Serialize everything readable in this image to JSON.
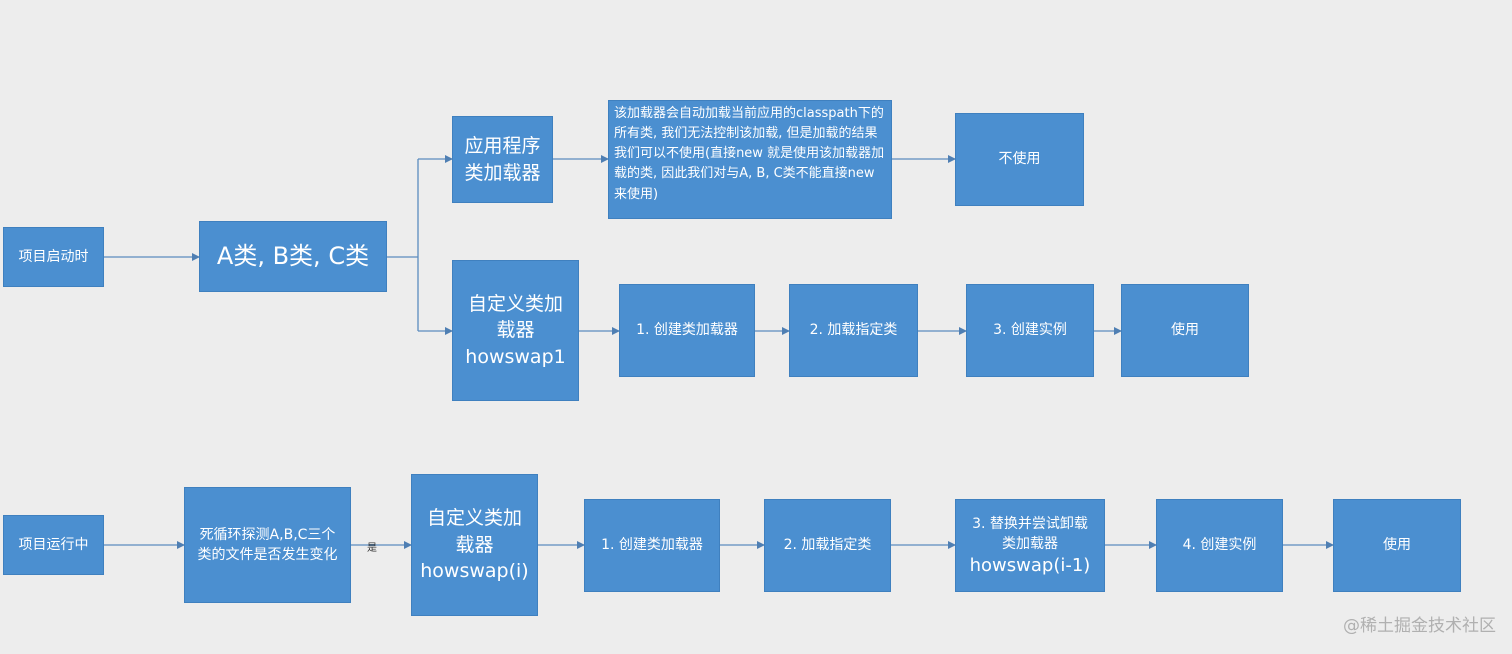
{
  "nodes": {
    "start": "项目启动时",
    "abc": "A类, B类, C类",
    "app_loader": "应用程序\n类加载器",
    "app_loader_note": "该加载器会自动加载当前应用的classpath下的所有类, 我们无法控制该加载, 但是加载的结果我们可以不使用(直接new 就是使用该加载器加载的类, 因此我们对与A, B, C类不能直接new来使用)",
    "not_use": "不使用",
    "custom_loader_1": "自定义类加\n载器\nhowswap1",
    "step1_create_loader": "1. 创建类加载器",
    "step1_load_class": "2. 加载指定类",
    "step1_create_instance": "3. 创建实例",
    "step1_use": "使用",
    "running": "项目运行中",
    "loop_detect": "死循环探测A,B,C三个类的文件是否发生变化",
    "custom_loader_i": "自定义类加\n载器\nhowswap(i)",
    "step2_create_loader": "1. 创建类加载器",
    "step2_load_class": "2. 加载指定类",
    "step2_replace": "3. 替换并尝试卸载\n类加载器",
    "step2_replace_name": "howswap(i-1)",
    "step2_create_instance": "4. 创建实例",
    "step2_use": "使用"
  },
  "edge_labels": {
    "yes": "是"
  },
  "watermark": "@稀土掘金技术社区",
  "colors": {
    "node_fill": "#4b8fd0",
    "node_border": "#3f80bf",
    "arrow": "#5b8cbf",
    "background": "#ededed"
  }
}
